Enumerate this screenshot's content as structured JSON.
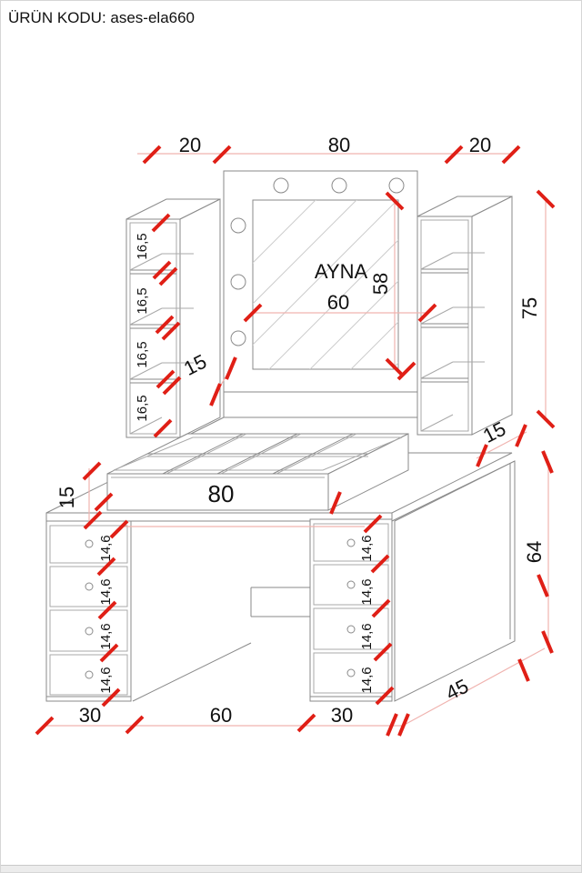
{
  "title": "ÜRÜN KODU: ases-ela660",
  "colors": {
    "outline": "#8a8a8a",
    "hatch": "#cccccc",
    "dimension_line": "#f0b3af",
    "tick_red": "#e01f16",
    "text": "#111111",
    "background": "#ffffff"
  },
  "dims": {
    "top_left": "20",
    "top_center": "80",
    "top_right": "20",
    "mirror_label": "AYNA",
    "mirror_width": "60",
    "mirror_height": "58",
    "left_shelf_heights": [
      "16,5",
      "16,5",
      "16,5",
      "16,5"
    ],
    "left_shelf_depth": "15",
    "right_shelf_depth": "15",
    "right_height": "75",
    "tray_width": "80",
    "tray_height": "15",
    "left_drawer_heights": [
      "14,6",
      "14,6",
      "14,6",
      "14,6"
    ],
    "right_drawer_heights": [
      "14,6",
      "14,6",
      "14,6",
      "14,6"
    ],
    "desk_height": "64",
    "desk_depth": "45",
    "bottom_left": "30",
    "bottom_center": "60",
    "bottom_right": "30"
  }
}
